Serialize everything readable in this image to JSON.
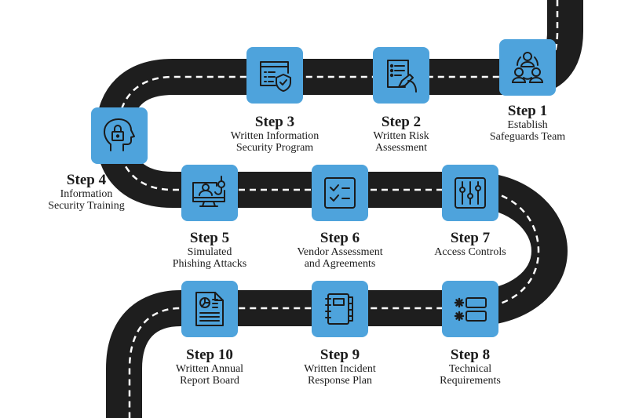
{
  "colors": {
    "road": "#1e1e1e",
    "lane_marking": "#ffffff",
    "step_box": "#4ea3dc",
    "icon_stroke": "#1b1b1b",
    "text": "#1b1b1b"
  },
  "steps": [
    {
      "number": 1,
      "title": "Step 1",
      "desc_lines": [
        "Establish",
        "Safeguards Team"
      ],
      "icon": "team-icon"
    },
    {
      "number": 2,
      "title": "Step 2",
      "desc_lines": [
        "Written Risk",
        "Assessment"
      ],
      "icon": "document-sign-icon"
    },
    {
      "number": 3,
      "title": "Step 3",
      "desc_lines": [
        "Written Information",
        "Security Program"
      ],
      "icon": "browser-shield-icon"
    },
    {
      "number": 4,
      "title": "Step 4",
      "desc_lines": [
        "Information",
        "Security Training"
      ],
      "icon": "head-lock-icon"
    },
    {
      "number": 5,
      "title": "Step 5",
      "desc_lines": [
        "Simulated",
        "Phishing Attacks"
      ],
      "icon": "monitor-phishing-hook-icon"
    },
    {
      "number": 6,
      "title": "Step 6",
      "desc_lines": [
        "Vendor Assessment",
        "and Agreements"
      ],
      "icon": "checklist-icon"
    },
    {
      "number": 7,
      "title": "Step 7",
      "desc_lines": [
        "Access Controls"
      ],
      "icon": "sliders-icon"
    },
    {
      "number": 8,
      "title": "Step 8",
      "desc_lines": [
        "Technical",
        "Requirements"
      ],
      "icon": "password-fields-icon"
    },
    {
      "number": 9,
      "title": "Step 9",
      "desc_lines": [
        "Written Incident",
        "Response Plan"
      ],
      "icon": "notebook-icon"
    },
    {
      "number": 10,
      "title": "Step 10",
      "desc_lines": [
        "Written Annual",
        "Report Board"
      ],
      "icon": "report-chart-icon"
    }
  ]
}
